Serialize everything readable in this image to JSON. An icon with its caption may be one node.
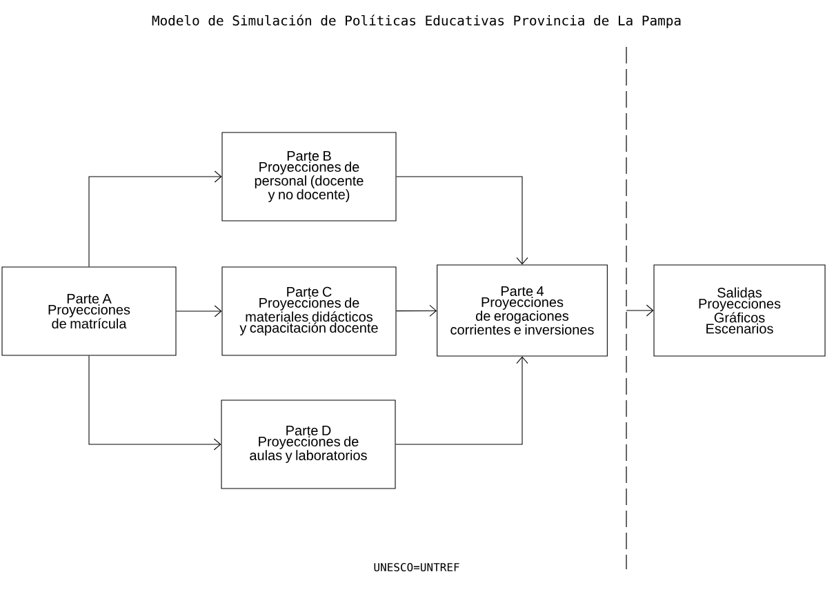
{
  "diagram": {
    "title": "Modelo de Simulación de Políticas Educativas Provincia de La Pampa",
    "nodes": [
      {
        "text": [
          "Parte A",
          "Proyecciones de matrícula"
        ]
      },
      {
        "text": [
          "Parte B",
          "Proyecciones de personal (docente y no docente)"
        ]
      },
      {
        "text": [
          "Parte C",
          "Proyecciones de materiales didácticos y capacitación docente"
        ]
      },
      {
        "text": [
          "Parte D",
          "Proyecciones de aulas y laboratorios"
        ]
      },
      {
        "text": [
          "Parte 4",
          "Proyecciones de erogaciones corrientes e inversiones"
        ]
      },
      {
        "text": [
          "Salidas",
          "Proyecciones Gráficos Escenarios"
        ]
      }
    ],
    "edges": [
      {
        "from": 0,
        "to": 1,
        "arrow": "to"
      },
      {
        "from": 0,
        "to": 2,
        "arrow": "to"
      },
      {
        "from": 0,
        "to": 3,
        "arrow": "to"
      },
      {
        "from": 1,
        "to": 4,
        "arrow": "to"
      },
      {
        "from": 2,
        "to": 4,
        "arrow": "to"
      },
      {
        "from": 3,
        "to": 4,
        "arrow": "to"
      },
      {
        "from": null,
        "to": 5,
        "arrow": "to"
      }
    ],
    "labels": [
      "UNESCO=UNTREF"
    ]
  }
}
